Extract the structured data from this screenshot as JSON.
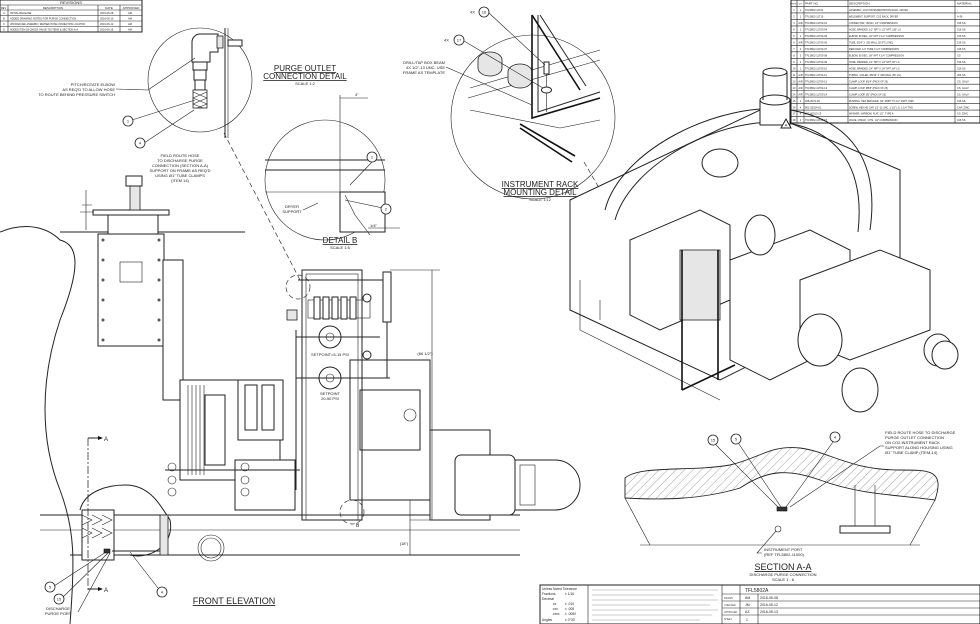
{
  "revisions": {
    "title": "REVISIONS",
    "headers": [
      "REV",
      "DESCRIPTION",
      "DATE",
      "APPROVED"
    ],
    "rows": [
      [
        "A",
        "INITIAL RELEASE",
        "2016-06-08",
        "AM"
      ],
      [
        "B",
        "ADDED DRAWING NOTES FOR PURGE CONNECTION",
        "2016-06-10",
        "AM"
      ],
      [
        "C",
        "UPDATED REF ASSEMBLY, REVISED HOSE CONNECTION LOCATION",
        "2016-06-12",
        "AM"
      ],
      [
        "D",
        "ADDED ITEM 18 CHECK VALVE TO ITEMS & SECTION A-A",
        "2016-06-15",
        "AM"
      ]
    ]
  },
  "parts_list": {
    "headers": [
      "ITEM NO.",
      "QTY",
      "PART NO.",
      "DESCRIPTION",
      "MATERIAL"
    ],
    "rows": [
      [
        "1",
        "1",
        "TFL5802-11701",
        "ASSEMBLY, CO2 INSTRUMENTATION RACK, DRYER",
        "-"
      ],
      [
        "2",
        "1",
        "TFL5802-11715",
        "WELDMENT, SUPPORT, CO2 RACK, DRYER",
        "A-36"
      ],
      [
        "3",
        "A/R",
        "TFL5802-11703-01",
        "CONNECTOR, UNION, 1/4\" COMPRESSION",
        "316 SS"
      ],
      [
        "4",
        "1",
        "TFL5802-11703-04",
        "HOSE, BRAIDED, 1/2\" NPT X 1/2\" NPT, 180\" LG",
        "316 SS"
      ],
      [
        "5",
        "1",
        "TFL5802-11703-05",
        "ELBOW, 90 DEG, 1/2\" NPT X 1/2\" COMPRESSION",
        "316 SS"
      ],
      [
        "6",
        "A/R",
        "TFL5802-11703-06",
        "TUBE, Ø1/4\" X .035 WALL (20 FT LONG)",
        "316 SS"
      ],
      [
        "7",
        "4",
        "TFL5802-11703-07",
        "REDUCER, 1/4\" TUBE X 1/4\" COMPRESSION",
        "316 SS"
      ],
      [
        "8",
        "2",
        "TFL5802-11703-08",
        "ELBOW, 90 DEG, 1/8\" NPT X 1/4\" COMPRESSION",
        "CS"
      ],
      [
        "9",
        "1",
        "TFL5802-11703-09",
        "HOSE, BRAIDED, 1/4\" NPT X 1/4\" NPT, 60\" LG",
        "316 SS"
      ],
      [
        "10",
        "1",
        "TFL5802-11703-10",
        "HOSE, BRAIDED, 1/4\" NPT X 1/4\" NPT, 84\" LG",
        "316 SS"
      ],
      [
        "11",
        "A/R",
        "TFL5802-11703-11",
        "TUBING, COILED, Ø5/16\" X .028 WALL (50' LG)",
        "304 SS"
      ],
      [
        "12",
        "A/R",
        "TFL5802-11703-12",
        "CLAMP, LOOP, Ø1/4\" (PACK OF 25)",
        "CS, GALV"
      ],
      [
        "13",
        "A/R",
        "TFL5802-11703-13",
        "CLAMP, LOOP, Ø5/8\" (PACK OF 25)",
        "CS, GALV"
      ],
      [
        "14",
        "A/R",
        "TFL5802-11703-14",
        "CLAMP, LOOP, Ø1\" (PACK OF 25)",
        "CS, GALV"
      ],
      [
        "15",
        "1",
        "028-0073-29",
        "BUSHING, HEX REDUCER, 3/4\" MNPT TO 1/2\" FNPT, 150#",
        "316 SS"
      ],
      [
        "16",
        "4",
        "901-02024-01",
        "SCREW, HEX HD CAP, 1/2\"-13 UNC, 1-1/2\" LG, 1-1/4\" THD",
        "CAP, ZINC"
      ],
      [
        "17",
        "4",
        "202-00012-13",
        "WASHER, NARROW, FLAT, 1/2\", TYPE A",
        "CS, ZINC"
      ],
      [
        "18",
        "1",
        "TFL5802-11703-15",
        "VALVE, CHECK, 1 PSI, 1/4\" COMPRESSION",
        "316 SS"
      ]
    ],
    "rev_flag": "A"
  },
  "views": {
    "purge_detail": {
      "title": "PURGE OUTLET",
      "title2": "CONNECTION DETAIL",
      "scale": "SCALE 1:2",
      "dryer_support": [
        "DRYER",
        "SUPPORT"
      ],
      "dim_a": "4\"",
      "dim_b": "1/4\""
    },
    "detail_b": {
      "title": "DETAIL B",
      "scale": "SCALE 1:5",
      "dim": "(66 1/2\")",
      "setpoint1": "SETPOINT=5-15 PSI",
      "setpoint2": [
        "SETPOINT",
        "20-50 PSI"
      ]
    },
    "rack_detail": {
      "title": "INSTRUMENT RACK",
      "title2": "MOUNTING DETAIL",
      "scale": "SCALE 1:12",
      "qty16": "4X",
      "qty17": "4X",
      "drill_note": [
        "DRILL/TAP BOX BEAM",
        "4X 1/2\"-13 UNC. USE",
        "FRAME AS TEMPLATE"
      ]
    },
    "front_elevation": {
      "title": "FRONT ELEVATION",
      "section_label": "A",
      "dim": "(18\")",
      "detail_label": "B",
      "discharge": [
        "DISCHARGE",
        "PURGE PORT"
      ]
    },
    "section_aa": {
      "title": "SECTION A-A",
      "subtitle": "DISCHARGE PURGE CONNECTION",
      "scale": "SCALE 1 : 6",
      "instrument_port": [
        "INSTRUMENT PORT",
        "(REF TFL5802-11000)"
      ],
      "hose_note": [
        "FIELD ROUTE HOSE TO DISCHARGE",
        "PURGE OUTLET CONNECTION",
        "ON CO2 INSTRUMENT RACK",
        "SUPPORT ALONG HOUSING USING",
        "Ø1\" TUBE CLAMP (ITEM-14)"
      ]
    }
  },
  "notes": {
    "elbow_note": [
      "PITCH/ROTATE ELBOW",
      "AS REQ'D TO ALLOW HOSE",
      "TO ROUTE BEHIND PRESSURE SWITCH"
    ],
    "field_route_note": [
      "FIELD ROUTE HOSE",
      "TO DISCHARGE PURGE",
      "CONNECTION (SECTION A-A)",
      "SUPPORT ON FRAME AS REQ'D",
      "USING Ø1\" TUBE CLAMPS",
      "(ITEM 14)"
    ]
  },
  "balloons": {
    "b1": "1",
    "b2": "2",
    "b4": "4",
    "b5": "5",
    "b15": "15",
    "b16": "16",
    "b17": "17"
  },
  "title_block": {
    "tolerance_title": "Unless Noted Tolerance",
    "fractions_label": "Fractions",
    "fractions_value": "± 1/16",
    "decimal_label": "Decimal",
    "decimals": [
      [
        ".xx",
        "± .010"
      ],
      [
        ".xxx",
        "± .005"
      ],
      [
        ".xxxx",
        "± .0050"
      ]
    ],
    "angles_label": "Angles",
    "angles_value": "± 0°30'",
    "drawing_number": "TFL5802A",
    "sign_offs": [
      [
        "DRAWN",
        "AM",
        "2016-06-08"
      ],
      [
        "CHECKED",
        "JM",
        "2016-05-12"
      ],
      [
        "APPROVED",
        "AZ",
        "2016-05-13"
      ]
    ],
    "sheet_label": "SHEET",
    "sheet": "1"
  }
}
